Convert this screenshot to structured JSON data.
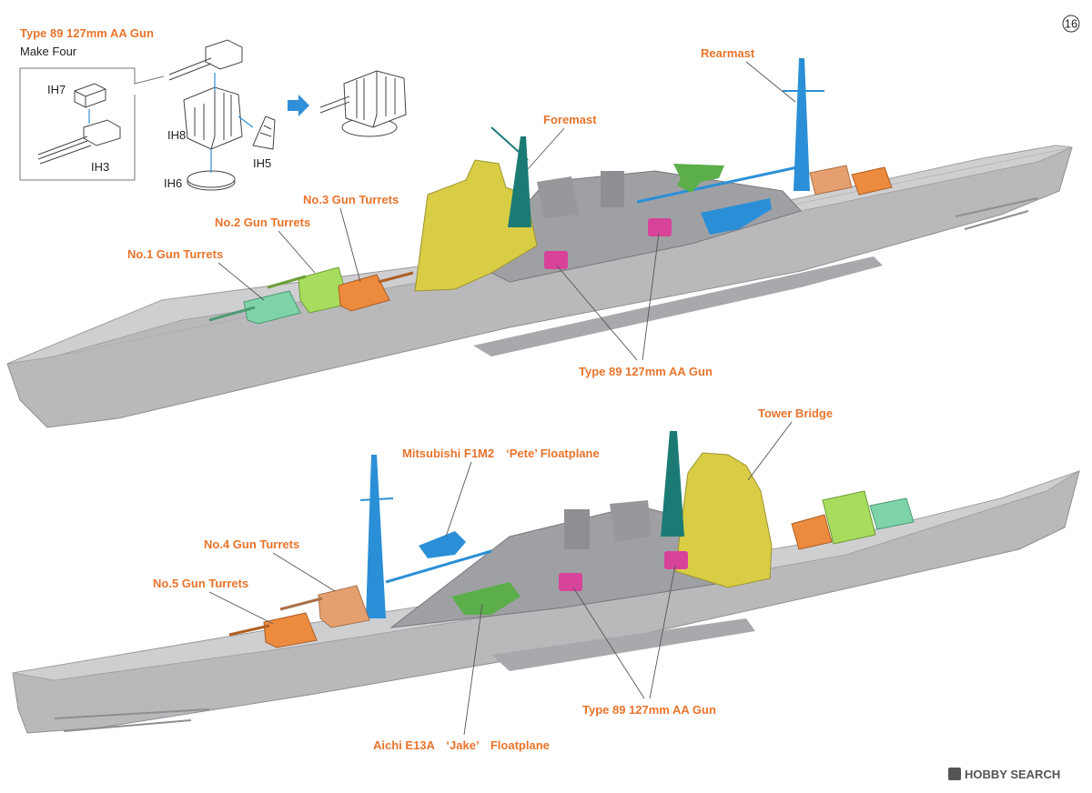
{
  "page_number": "16",
  "colors": {
    "label": "#e8742c",
    "hull": "#b9b9bc",
    "deck": "#c9c9cc",
    "yellow": "#d9cd45",
    "teal": "#1b7b74",
    "pink": "#d8439a",
    "green": "#a8dc5e",
    "mint": "#7ed3a8",
    "orange": "#ec8a3e",
    "tan": "#e6a070",
    "blue": "#2a8fd6",
    "plane_green": "#5cae4a",
    "arrow_blue": "#2f8fd8"
  },
  "inset": {
    "title": "Type 89 127mm AA Gun",
    "subtitle": "Make Four",
    "parts": {
      "ih7": "IH7",
      "ih3": "IH3",
      "ih8": "IH8",
      "ih6": "IH6",
      "ih5": "IH5"
    }
  },
  "ship1_labels": {
    "rearmast": "Rearmast",
    "foremast": "Foremast",
    "no3": "No.3 Gun Turrets",
    "no2": "No.2 Gun Turrets",
    "no1": "No.1 Gun Turrets",
    "aa": "Type 89 127mm AA Gun"
  },
  "ship2_labels": {
    "tower": "Tower Bridge",
    "pete": "Mitsubishi F1M2　‘Pete’ Floatplane",
    "no4": "No.4 Gun Turrets",
    "no5": "No.5 Gun Turrets",
    "aa": "Type 89 127mm AA Gun",
    "jake": "Aichi E13A　‘Jake’　Floatplane"
  },
  "watermark": "HOBBY SEARCH"
}
